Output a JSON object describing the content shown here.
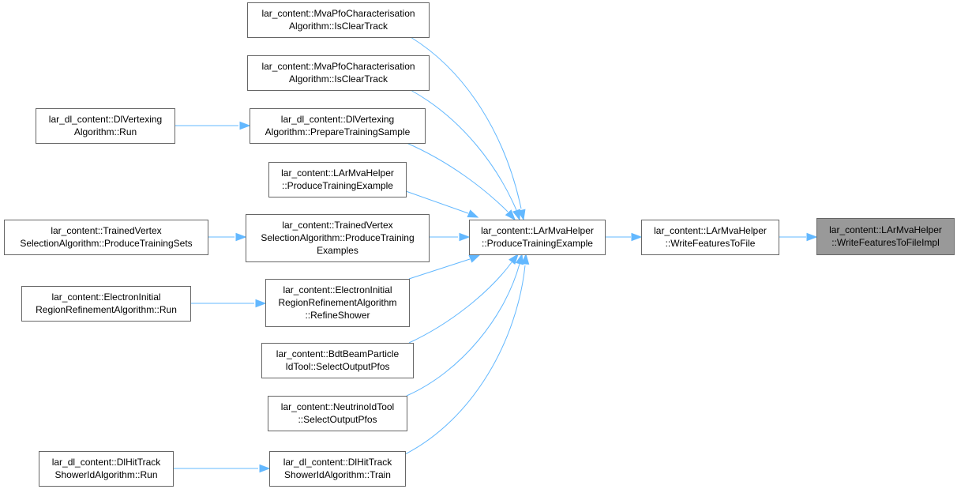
{
  "colors": {
    "edge": "#63b8ff",
    "node_border": "#666666",
    "node_fill": "#ffffff",
    "highlight_fill": "#999999"
  },
  "nodes": [
    {
      "id": "n_write_impl",
      "lines": [
        "lar_content::LArMvaHelper",
        "::WriteFeaturesToFileImpl"
      ],
      "highlight": true
    },
    {
      "id": "n_write_file",
      "lines": [
        "lar_content::LArMvaHelper",
        "::WriteFeaturesToFile"
      ]
    },
    {
      "id": "n_produce",
      "lines": [
        "lar_content::LArMvaHelper",
        "::ProduceTrainingExample"
      ]
    },
    {
      "id": "n_mva1",
      "lines": [
        "lar_content::MvaPfoCharacterisation",
        "Algorithm::IsClearTrack"
      ]
    },
    {
      "id": "n_mva2",
      "lines": [
        "lar_content::MvaPfoCharacterisation",
        "Algorithm::IsClearTrack"
      ]
    },
    {
      "id": "n_dlv_prep",
      "lines": [
        "lar_dl_content::DlVertexing",
        "Algorithm::PrepareTrainingSample"
      ]
    },
    {
      "id": "n_dlv_run",
      "lines": [
        "lar_dl_content::DlVertexing",
        "Algorithm::Run"
      ]
    },
    {
      "id": "n_produce2",
      "lines": [
        "lar_content::LArMvaHelper",
        "::ProduceTrainingExample"
      ]
    },
    {
      "id": "n_tv_examples",
      "lines": [
        "lar_content::TrainedVertex",
        "SelectionAlgorithm::ProduceTraining",
        "Examples"
      ]
    },
    {
      "id": "n_tv_sets",
      "lines": [
        "lar_content::TrainedVertex",
        "SelectionAlgorithm::ProduceTrainingSets"
      ]
    },
    {
      "id": "n_ei_refine",
      "lines": [
        "lar_content::ElectronInitial",
        "RegionRefinementAlgorithm",
        "::RefineShower"
      ]
    },
    {
      "id": "n_ei_run",
      "lines": [
        "lar_content::ElectronInitial",
        "RegionRefinementAlgorithm::Run"
      ]
    },
    {
      "id": "n_bdt",
      "lines": [
        "lar_content::BdtBeamParticle",
        "IdTool::SelectOutputPfos"
      ]
    },
    {
      "id": "n_nu",
      "lines": [
        "lar_content::NeutrinoIdTool",
        "::SelectOutputPfos"
      ]
    },
    {
      "id": "n_dlh_train",
      "lines": [
        "lar_dl_content::DlHitTrack",
        "ShowerIdAlgorithm::Train"
      ]
    },
    {
      "id": "n_dlh_run",
      "lines": [
        "lar_dl_content::DlHitTrack",
        "ShowerIdAlgorithm::Run"
      ]
    }
  ]
}
